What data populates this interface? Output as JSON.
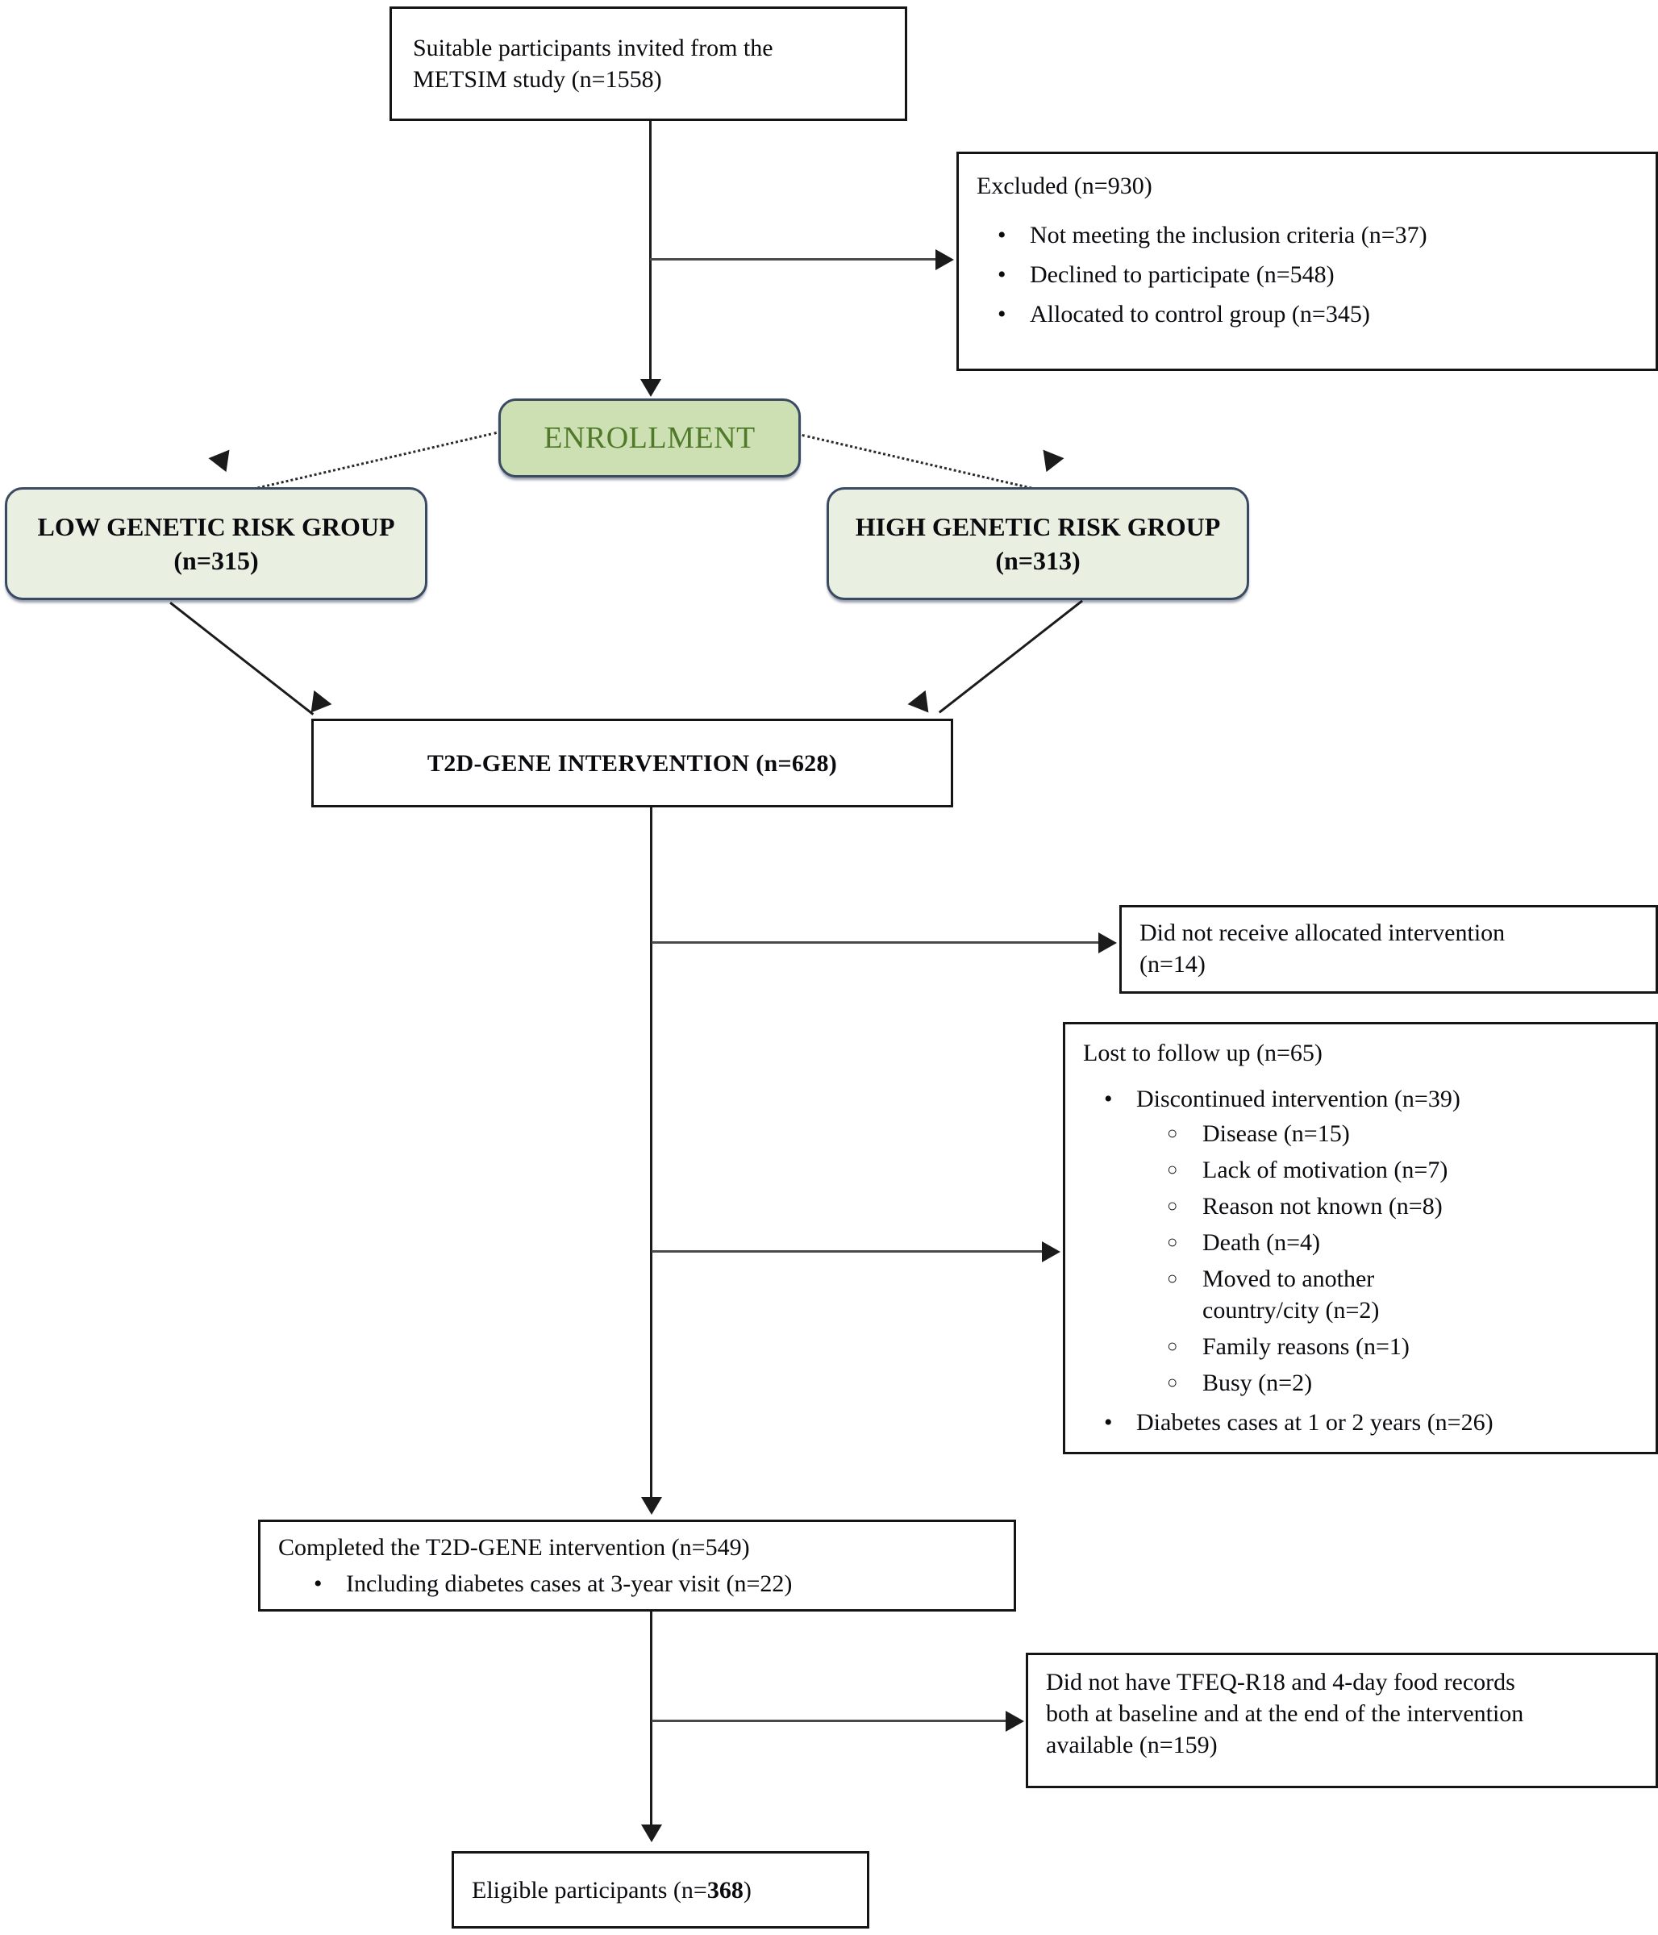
{
  "diagram": {
    "title": "Participant flow diagram",
    "accent_green_fill": "#CDE0B4",
    "accent_green_text": "#4F7A28",
    "group_box_fill": "#E9EFE1",
    "box_border": "#151515",
    "rounded_border": "#3B4A63"
  },
  "nodes": {
    "invited": {
      "line1": "Suitable participants invited from the",
      "line2": "METSIM study (n=1558)",
      "n": 1558
    },
    "excluded": {
      "heading": "Excluded (n=930)",
      "n": 930,
      "items": [
        "Not meeting the inclusion criteria (n=37)",
        "Declined to participate (n=548)",
        "Allocated to control group (n=345)"
      ]
    },
    "enrollment": {
      "label": "ENROLLMENT"
    },
    "low_risk": {
      "line1": "LOW GENETIC RISK",
      "line2": "GROUP (n=315)",
      "n": 315
    },
    "high_risk": {
      "line1": "HIGH GENETIC RISK",
      "line2": "GROUP (n=313)",
      "n": 313
    },
    "intervention": {
      "label": "T2D-GENE INTERVENTION (n=628)",
      "n": 628
    },
    "not_received": {
      "line1": "Did not receive allocated intervention",
      "line2": "(n=14)",
      "n": 14
    },
    "lost_followup": {
      "heading": "Lost to follow up (n=65)",
      "n": 65,
      "items": [
        {
          "label": "Discontinued intervention (n=39)",
          "n": 39,
          "subitems": [
            "Disease (n=15)",
            "Lack of motivation (n=7)",
            "Reason not known (n=8)",
            "Death (n=4)",
            "Moved to another country/city (n=2)",
            "Family reasons (n=1)",
            "Busy (n=2)"
          ]
        },
        {
          "label": "Diabetes cases at 1 or 2 years (n=26)",
          "n": 26,
          "subitems": []
        }
      ]
    },
    "completed": {
      "heading": "Completed the T2D-GENE intervention (n=549)",
      "n": 549,
      "items": [
        "Including diabetes cases at 3-year visit (n=22)"
      ]
    },
    "no_records": {
      "line1": "Did not have TFEQ-R18 and 4-day food records",
      "line2": "both at baseline and at the end of the intervention",
      "line3": "available (n=159)",
      "n": 159
    },
    "eligible": {
      "prefix": "Eligible participants (n=",
      "value": "368",
      "suffix": ")"
    }
  },
  "connectors": {
    "invited_to_enrollment": "arrow-down",
    "invited_to_excluded": "arrow-right",
    "enrollment_to_low_risk": "dotted-arrow-down-left",
    "enrollment_to_high_risk": "dotted-arrow-down-right",
    "low_risk_to_intervention": "arrow-down-right",
    "high_risk_to_intervention": "arrow-down-left",
    "intervention_to_not_received": "arrow-right",
    "intervention_to_lost_followup": "arrow-right",
    "intervention_to_completed": "arrow-down",
    "completed_to_no_records": "arrow-right",
    "completed_to_eligible": "arrow-down"
  }
}
